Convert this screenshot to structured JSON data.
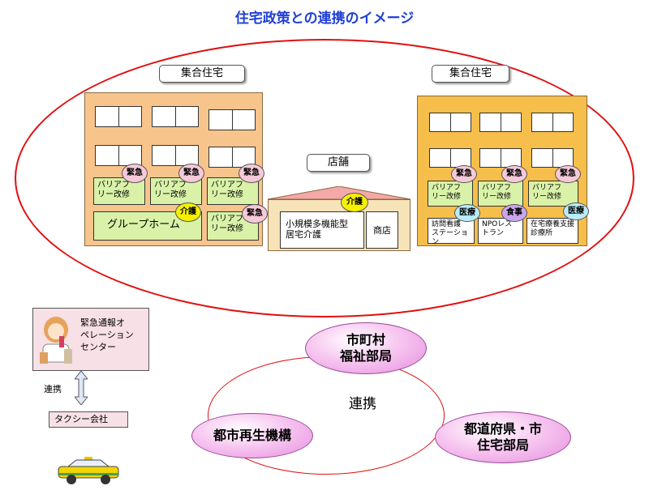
{
  "title": "住宅政策との連携のイメージ",
  "left_building": {
    "label": "集合住宅",
    "cells": [
      "バリアフ\nリー改修",
      "バリアフ\nリー改修",
      "バリアフ\nリー改修",
      "バリアフ\nリー改修"
    ],
    "group_home": "グループホーム",
    "badges": [
      "緊急",
      "緊急",
      "緊急",
      "緊急",
      "介護"
    ]
  },
  "store": {
    "label": "店舗",
    "badge": "介護",
    "care_unit": "小規模多機能型\n居宅介護",
    "shop": "商店"
  },
  "right_building": {
    "label": "集合住宅",
    "cells": [
      "バリアフ\nリー改修",
      "バリアフ\nリー改修",
      "バリアフ\nリー改修"
    ],
    "services": [
      "訪問看護\nステーション",
      "NPOレス\nトラン",
      "在宅療養支援\n診療所"
    ],
    "badges": [
      "緊急",
      "緊急",
      "緊急",
      "医療",
      "食事",
      "医療"
    ]
  },
  "emergency": {
    "center": "緊急通報オ\nペレーション\nセンター",
    "link_label": "連携",
    "taxi": "タクシー会社"
  },
  "cooperation": {
    "center_label": "連携",
    "orgs": [
      "市町村\n福祉部局",
      "都市再生機構",
      "都道府県・市\n住宅部局"
    ]
  }
}
